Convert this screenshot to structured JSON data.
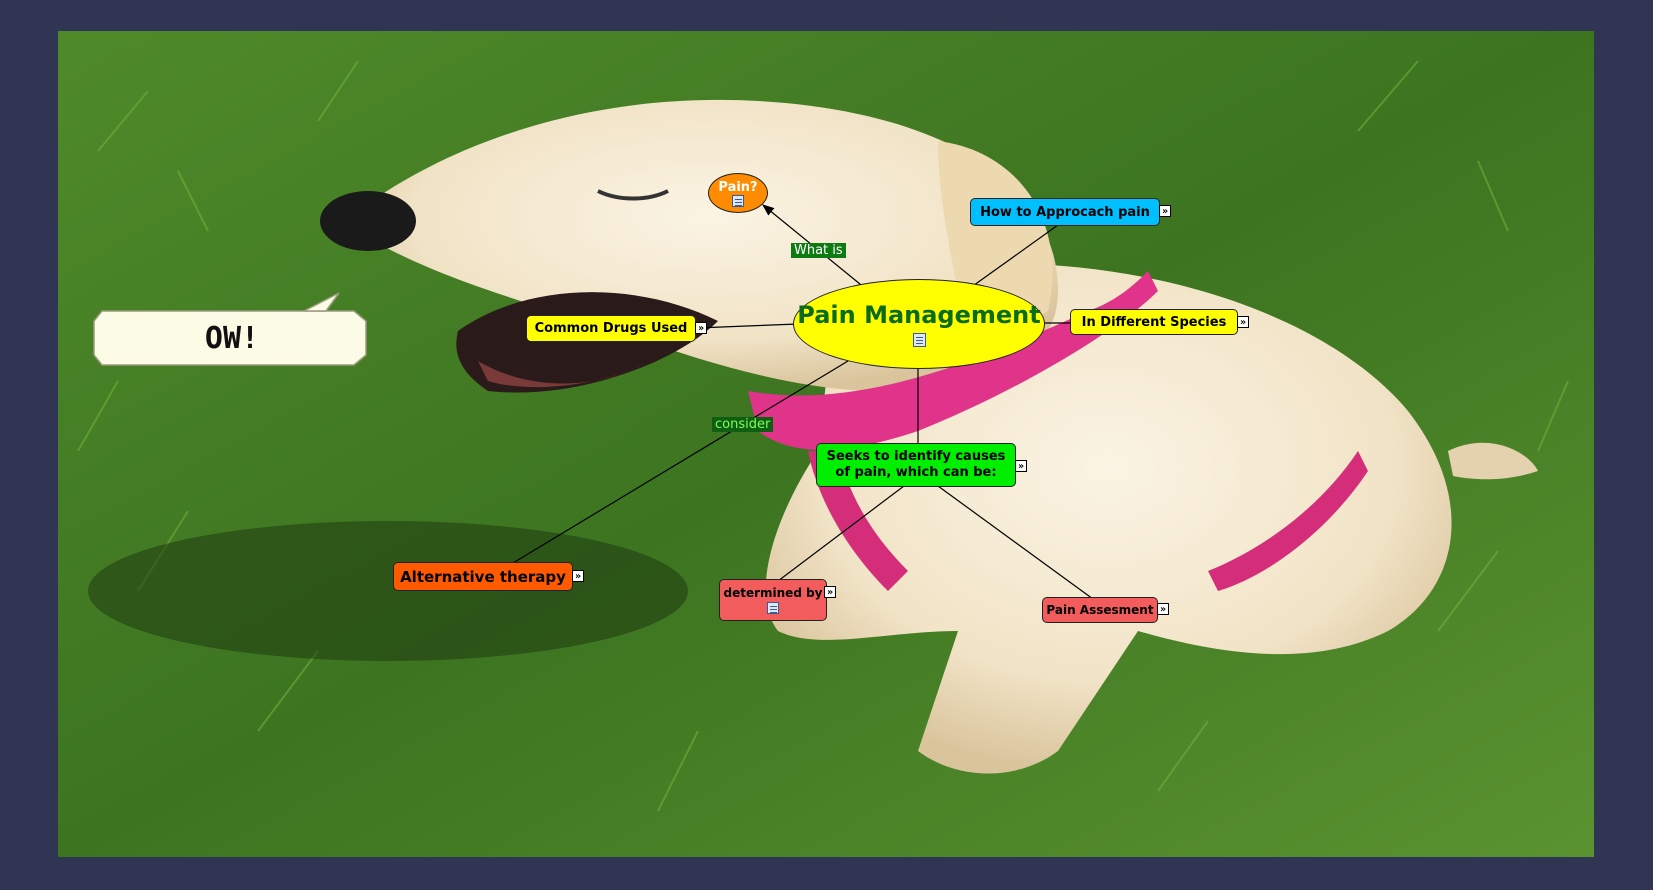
{
  "concept_map": {
    "central": "Pain Management",
    "nodes": {
      "pain": "Pain?",
      "approach": "How to Approcach pain",
      "drugs": "Common Drugs Used",
      "species": "In Different Species",
      "causes_line1": "Seeks to identify causes",
      "causes_line2": "of pain, which can be:",
      "alternative": "Alternative therapy",
      "determined": "determined by",
      "assessment": "Pain Assesment"
    },
    "link_labels": {
      "what_is": "What is",
      "consider": "consider"
    },
    "speech_bubble": "OW!",
    "colors": {
      "central": "#ffff00",
      "pain": "#ff8c00",
      "approach": "#00bfff",
      "yellow_node": "#ffff00",
      "causes": "#00ee00",
      "alternative": "#ff5a00",
      "red_node": "#f25c5c",
      "frame": "#2f3552"
    }
  }
}
